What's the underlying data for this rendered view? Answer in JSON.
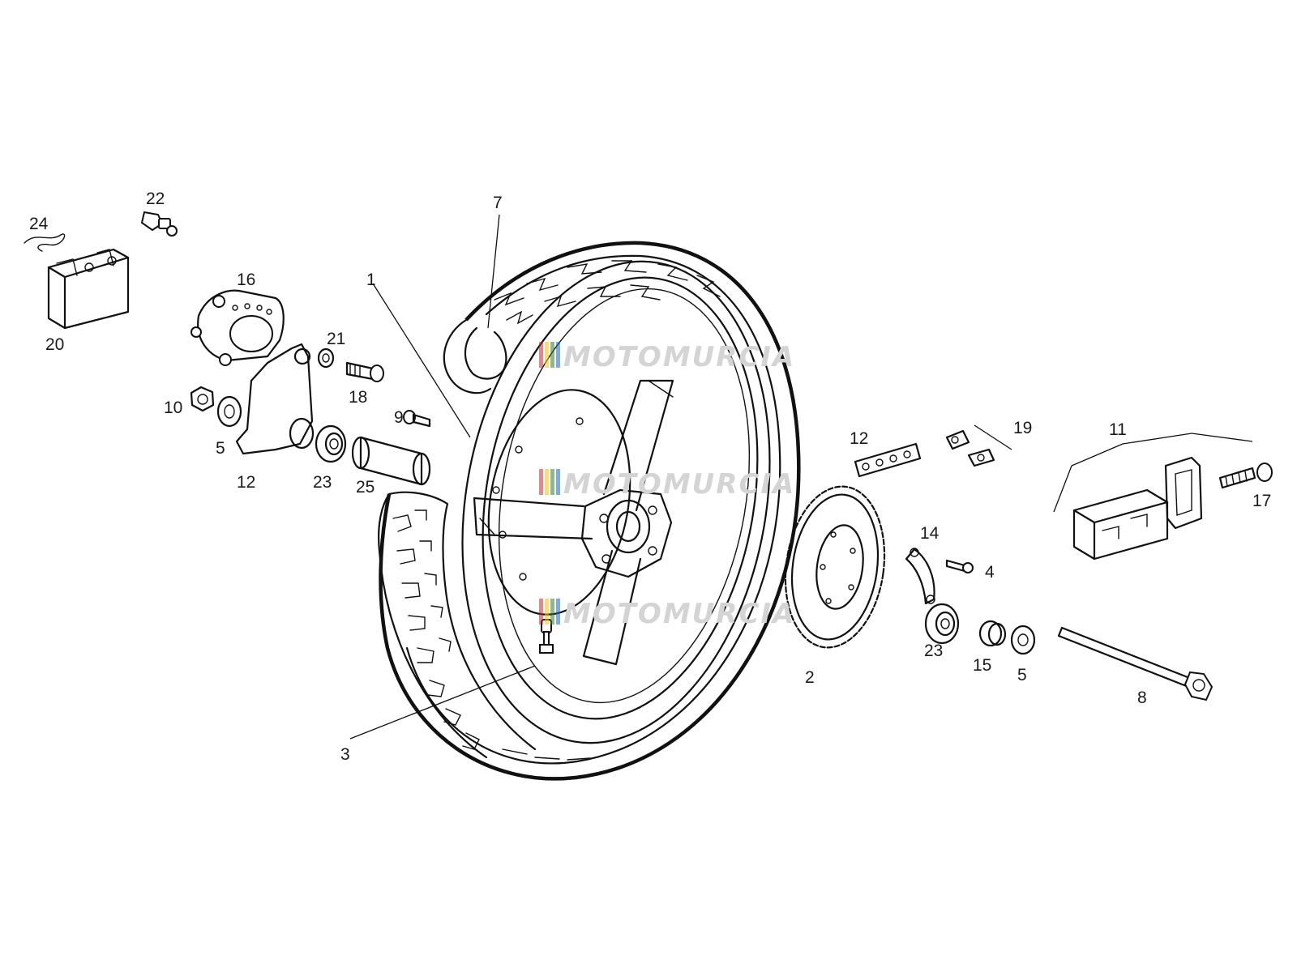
{
  "watermark": {
    "text": "MOTOMURCIA",
    "stripe_colors": [
      "#c62828",
      "#f2c400",
      "#2e7d32",
      "#1565c0"
    ]
  },
  "callouts": [
    {
      "id": "lbl-1",
      "text": "1"
    },
    {
      "id": "lbl-2",
      "text": "2"
    },
    {
      "id": "lbl-3",
      "text": "3"
    },
    {
      "id": "lbl-4",
      "text": "4"
    },
    {
      "id": "lbl-5a",
      "text": "5"
    },
    {
      "id": "lbl-5b",
      "text": "5"
    },
    {
      "id": "lbl-7",
      "text": "7"
    },
    {
      "id": "lbl-8",
      "text": "8"
    },
    {
      "id": "lbl-9",
      "text": "9"
    },
    {
      "id": "lbl-10",
      "text": "10"
    },
    {
      "id": "lbl-11",
      "text": "11"
    },
    {
      "id": "lbl-12a",
      "text": "12"
    },
    {
      "id": "lbl-12b",
      "text": "12"
    },
    {
      "id": "lbl-14",
      "text": "14"
    },
    {
      "id": "lbl-15",
      "text": "15"
    },
    {
      "id": "lbl-16",
      "text": "16"
    },
    {
      "id": "lbl-17",
      "text": "17"
    },
    {
      "id": "lbl-18",
      "text": "18"
    },
    {
      "id": "lbl-19",
      "text": "19"
    },
    {
      "id": "lbl-20",
      "text": "20"
    },
    {
      "id": "lbl-21",
      "text": "21"
    },
    {
      "id": "lbl-22",
      "text": "22"
    },
    {
      "id": "lbl-23a",
      "text": "23"
    },
    {
      "id": "lbl-23b",
      "text": "23"
    },
    {
      "id": "lbl-24",
      "text": "24"
    },
    {
      "id": "lbl-25",
      "text": "25"
    }
  ]
}
